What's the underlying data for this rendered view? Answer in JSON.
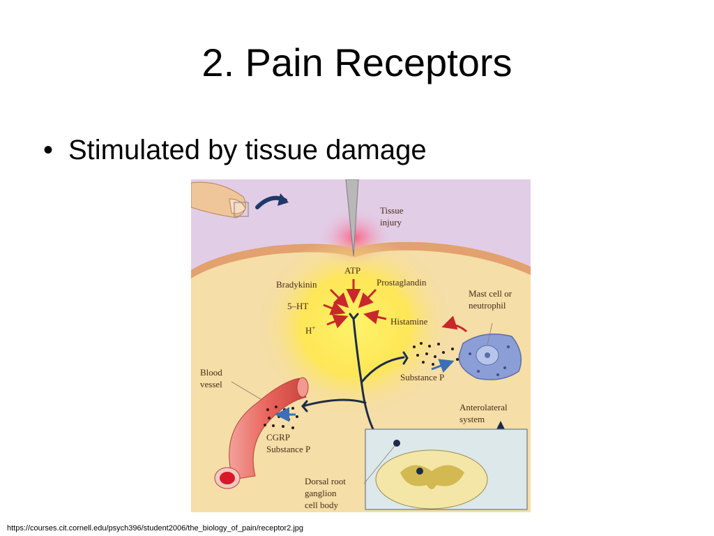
{
  "slide": {
    "title": "2. Pain Receptors",
    "bullet": "Stimulated by tissue damage",
    "source_url": "https://courses.cit.cornell.edu/psych396/student2006/the_biology_of_pain/receptor2.jpg"
  },
  "figure": {
    "labels": {
      "tissue": "Tissue",
      "injury": "injury",
      "atp": "ATP",
      "bradykinin": "Bradykinin",
      "prostaglandin": "Prostaglandin",
      "serotonin": "5–HT",
      "hydrogen": "H",
      "hydrogen_sup": "+",
      "histamine": "Histamine",
      "mast_cell_1": "Mast cell or",
      "mast_cell_2": "neutrophil",
      "blood_1": "Blood",
      "blood_2": "vessel",
      "substance_p": "Substance P",
      "cgrp": "CGRP",
      "cgrp_substance_p": "Substance P",
      "anterolateral_1": "Anterolateral",
      "anterolateral_2": "system",
      "dorsal_1": "Dorsal root",
      "dorsal_2": "ganglion",
      "dorsal_3": "cell body"
    },
    "colors": {
      "skin_top": "#e2cde6",
      "tissue": "#f5dea7",
      "glow": "#ffe84a",
      "skin_edge": "#e2a16e",
      "nerve": "#1d2a4a",
      "red_arrow": "#c8282a",
      "blue_arrow": "#3b6fb6",
      "vessel": "#e9645c",
      "mast_cell": "#8c9ed6",
      "inset_bg": "#dce8ea",
      "spinal_cord": "#f4e6a6"
    }
  }
}
